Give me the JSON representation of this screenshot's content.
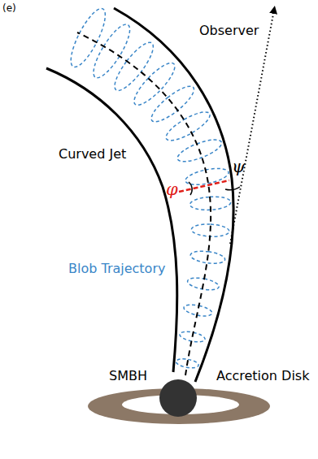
{
  "diagram": {
    "labels": [
      "(e)",
      "Observer",
      "ψ",
      "φ",
      "Curved Jet",
      "Blob Trajectory",
      "SMBH",
      "Accretion Disk"
    ]
  }
}
